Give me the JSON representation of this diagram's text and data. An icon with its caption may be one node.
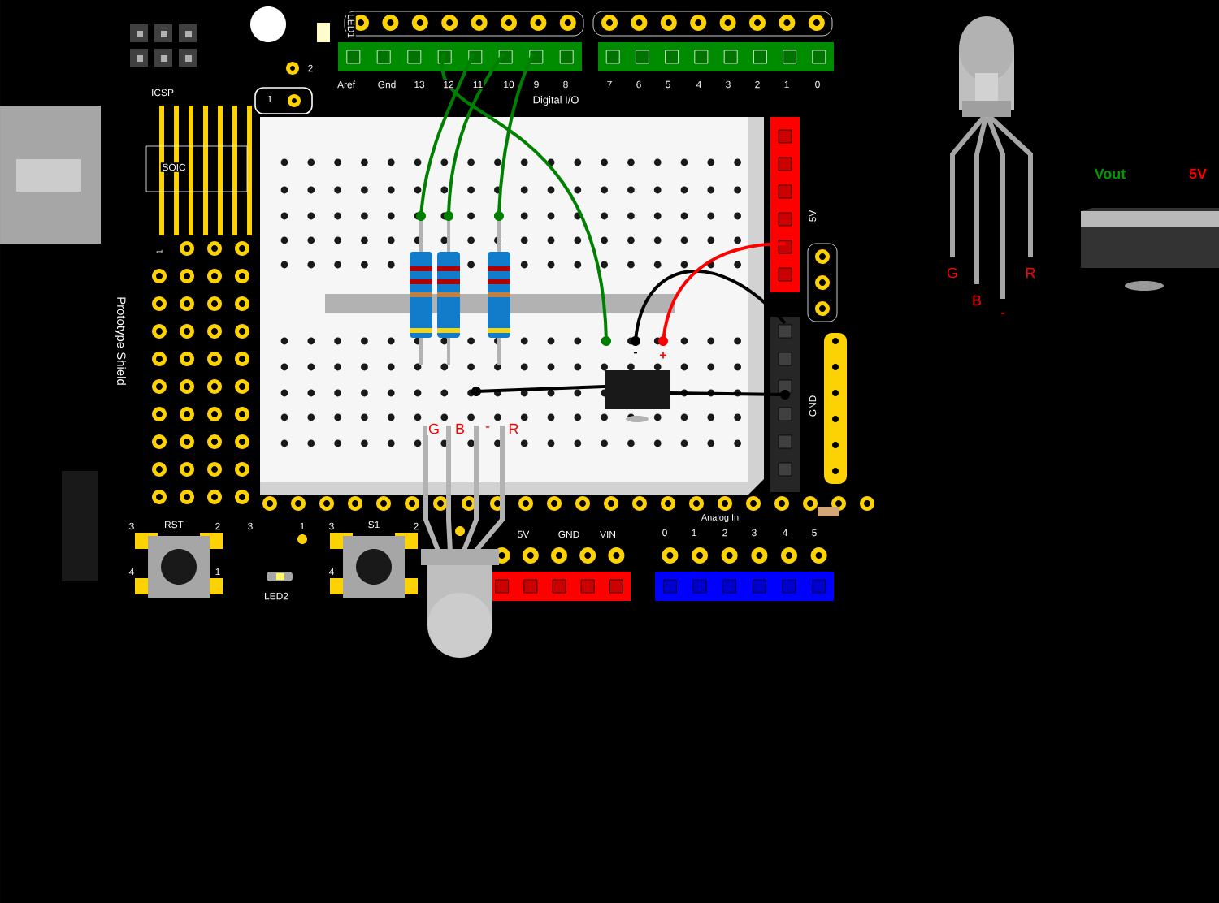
{
  "diagram": {
    "labels": [
      "ICSP",
      "LED1",
      "2",
      "1",
      "Aref",
      "Gnd",
      "13",
      "12",
      "11",
      "10",
      "9",
      "8",
      "Digital I/O",
      "7",
      "6",
      "5",
      "4",
      "3",
      "2",
      "1",
      "0",
      "SOIC",
      "1",
      "Prototype Shield",
      "5V",
      "GND",
      "G",
      "B",
      "-",
      "R",
      "-",
      "+",
      "3",
      "RST",
      "2",
      "3",
      "1",
      "3",
      "S1",
      "2",
      "4",
      "1",
      "LED2",
      "4",
      "5V",
      "GND",
      "VIN",
      "Analog In",
      "0",
      "1",
      "2",
      "3",
      "4",
      "5",
      "Vout",
      "5V",
      "G",
      "B",
      "-",
      "R"
    ]
  }
}
